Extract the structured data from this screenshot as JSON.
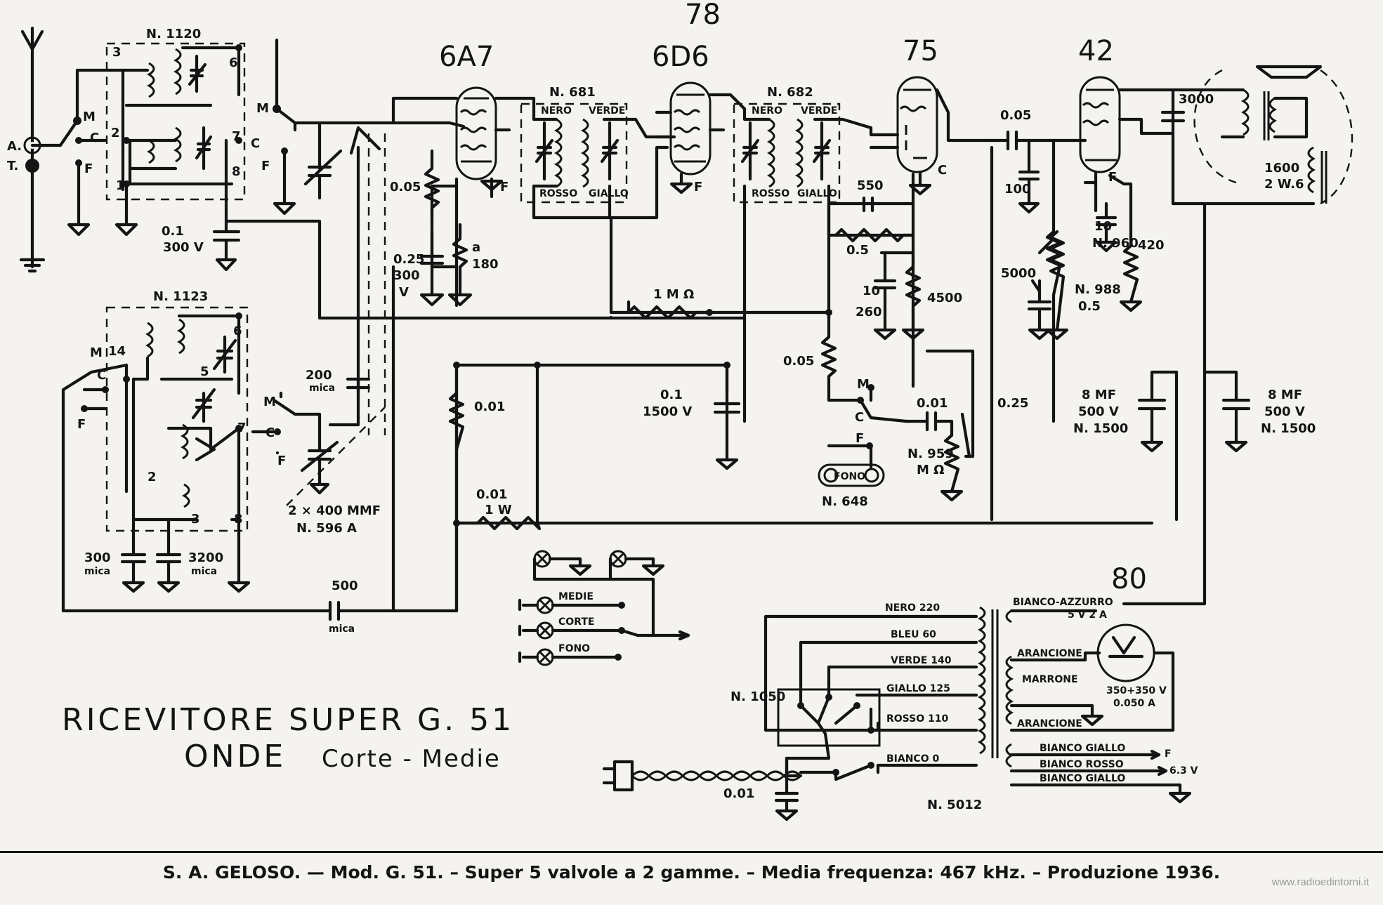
{
  "title": {
    "line1": "RICEVITORE   SUPER  G. 51",
    "line2a": "ONDE",
    "line2b": "Corte - Medie"
  },
  "footer": "S. A. GELOSO. — Mod. G. 51. – Super 5 valvole a 2 gamme. – Media frequenza: 467 kHz. – Produzione 1936.",
  "watermark": "www.radioedintorni.it",
  "tubes": {
    "t1": "6A7",
    "t2a": "78",
    "t2": "6D6",
    "t3": "75",
    "t4": "42",
    "t5": "80"
  },
  "blocks": {
    "n1120": "N. 1120",
    "n1123": "N. 1123",
    "n681": "N. 681",
    "n682": "N. 682",
    "n596": "N. 596 A",
    "n1050": "N. 1050",
    "n5012": "N. 5012",
    "n648": "N. 648",
    "n959": "N. 959",
    "n988": "N. 988",
    "n960": "N. 960"
  },
  "antenna": {
    "a": "A.",
    "t": "T."
  },
  "switch": {
    "m": "M",
    "c": "C",
    "f": "F"
  },
  "pins": {
    "p1": "1",
    "p2": "2",
    "p3": "3",
    "p5": "5",
    "p6": "6",
    "p7": "7",
    "p8": "8",
    "p14": "14"
  },
  "if_wires": {
    "nero": "NERO",
    "verde": "VERDE",
    "rosso": "ROSSO",
    "giallo": "GIALLO"
  },
  "values": {
    "c01_300": "0.1",
    "c01_300b": "300 V",
    "r005": "0.05",
    "c025": "0.25",
    "c025b": "300",
    "c025c": "V",
    "r180a": "a",
    "r180": "180",
    "c200": "200",
    "c200b": "mica",
    "gang": "2 × 400 MMF",
    "c300": "300",
    "c300b": "mica",
    "c3200": "3200",
    "c3200b": "mica",
    "c500": "500",
    "c500b": "mica",
    "r1mo": "1 M Ω",
    "r001": "0.01",
    "r001w": "0.01",
    "r001wb": "1 W",
    "c01_1500": "0.1",
    "c01_1500b": "1500 V",
    "c550": "550",
    "r05": "0.5",
    "c10_260": "10",
    "c10_260b": "260",
    "r4500": "4500",
    "r005b": "0.05",
    "c001": "0.01",
    "mo": "M Ω",
    "phono": "FONO",
    "c005": "0.05",
    "c100": "100",
    "c5000": "5000",
    "r05b": "0.5",
    "c10": "10",
    "r420": "420",
    "r025": "0.25",
    "c3000": "3000",
    "f1600": "1600",
    "f1600b": "2 W.6",
    "c8mf1": "8 MF",
    "c8mf1b": "500 V",
    "c8mf1c": "N. 1500",
    "c8mf2": "8 MF",
    "c8mf2b": "500 V",
    "c8mf2c": "N. 1500",
    "c001mains": "0.01"
  },
  "lamps": {
    "medie": "MEDIE",
    "corte": "CORTE",
    "fono": "FONO"
  },
  "mains": {
    "nero": "NERO 220",
    "bleu": "BLEU  60",
    "verde": "VERDE 140",
    "giallo": "GIALLO 125",
    "rosso": "ROSSO 110",
    "bianco": "BIANCO  0"
  },
  "secondary": {
    "bianco_azzurro": "BIANCO-AZZURRO",
    "sv": "5 V  2 A",
    "arancione": "ARANCIONE",
    "marrone": "MARRONE",
    "hv": "350+350 V",
    "hvb": "0.050 A",
    "aranc2": "ARANCIONE",
    "bg1": "BIANCO GIALLO",
    "br": "BIANCO ROSSO",
    "bg2": "BIANCO GIALLO",
    "fil_f": "F",
    "fil_v": "6.3 V"
  }
}
